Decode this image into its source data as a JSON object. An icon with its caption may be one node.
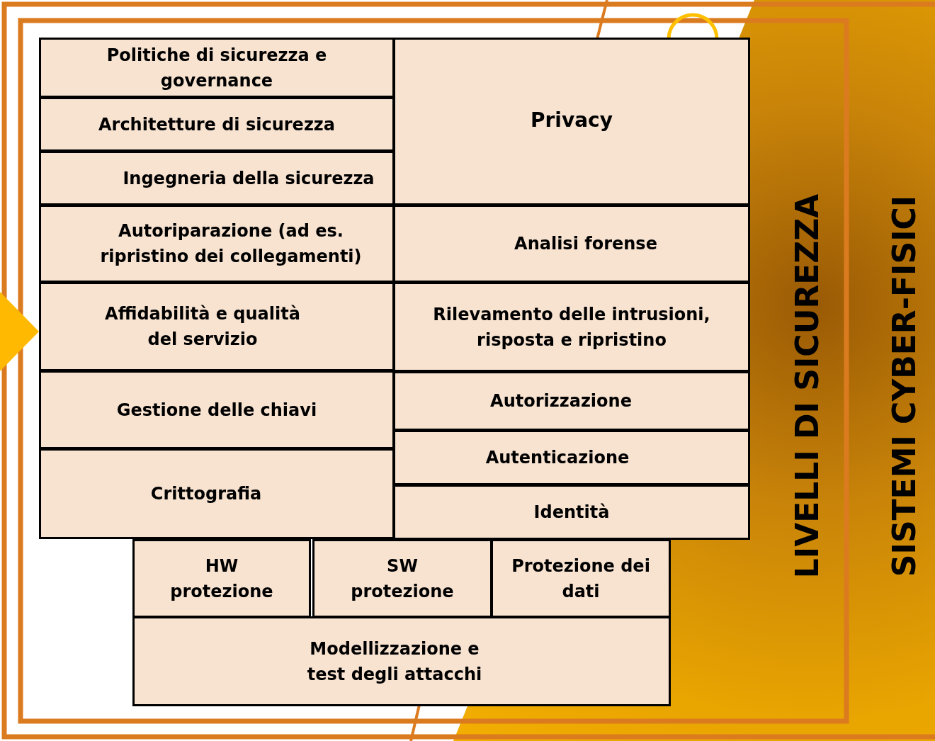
{
  "diagram": {
    "nodes": [
      {
        "text": [
          "Politiche di sicurezza e governance"
        ]
      },
      {
        "text": [
          "Architetture di sicurezza"
        ]
      },
      {
        "text": [
          "Ingegneria della sicurezza"
        ]
      },
      {
        "text": [
          "Autoriparazione (ad es. ripristino dei collegamenti)"
        ]
      },
      {
        "text": [
          "Affidabilità e qualità del servizio"
        ]
      },
      {
        "text": [
          "Gestione delle chiavi"
        ]
      },
      {
        "text": [
          "Crittografia"
        ]
      },
      {
        "text": [
          "Privacy"
        ]
      },
      {
        "text": [
          "Analisi forense"
        ]
      },
      {
        "text": [
          "Rilevamento delle intrusioni, risposta e ripristino"
        ]
      },
      {
        "text": [
          "Autorizzazione"
        ]
      },
      {
        "text": [
          "Autenticazione"
        ]
      },
      {
        "text": [
          "Identità"
        ]
      },
      {
        "text": [
          "HW protezione"
        ]
      },
      {
        "text": [
          "SW protezione"
        ]
      },
      {
        "text": [
          "Protezione dei dati"
        ]
      },
      {
        "text": [
          "Modellizzazione e test degli attacchi"
        ]
      },
      {
        "text": [],
        "shape": "triangle"
      }
    ],
    "labels": [
      "LIVELLI DI SICUREZZA",
      "SISTEMI CYBER-FISICI"
    ]
  }
}
